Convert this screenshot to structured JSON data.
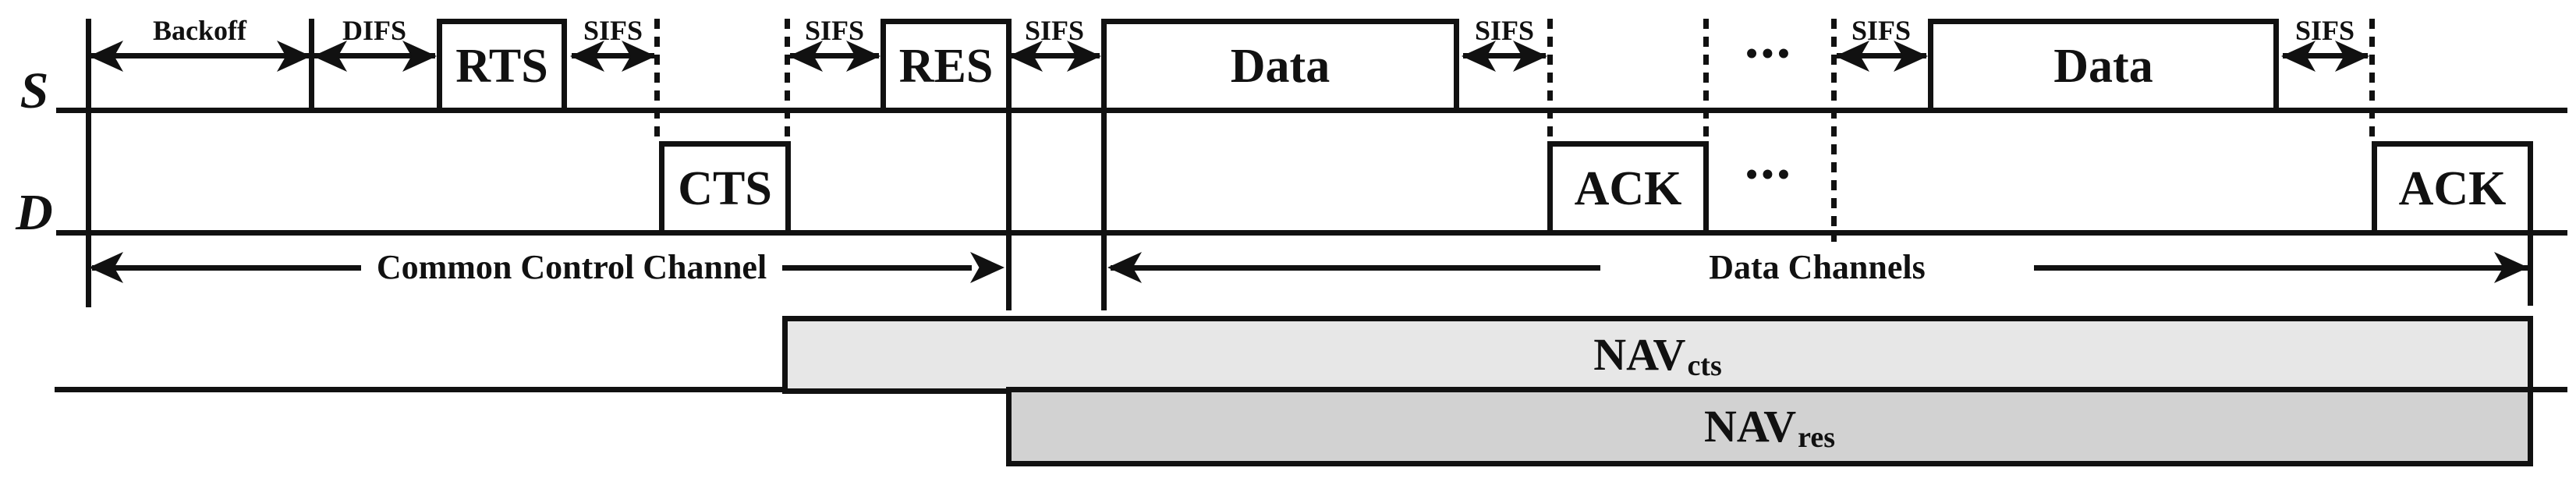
{
  "colors": {
    "ink": "#111111",
    "background": "#ffffff",
    "nav_cts_fill": "#e7e7e7",
    "nav_res_fill": "#d2d2d2"
  },
  "rows": {
    "source_label": "S",
    "destination_label": "D"
  },
  "intervals": {
    "backoff": "Backoff",
    "difs": "DIFS",
    "sifs": "SIFS"
  },
  "frames": {
    "rts": "RTS",
    "cts": "CTS",
    "res": "RES",
    "data": "Data",
    "ack": "ACK"
  },
  "channels": {
    "control_label": "Common Control Channel",
    "data_label": "Data Channels"
  },
  "nav": {
    "cts": {
      "base": "NAV",
      "sub": "cts"
    },
    "res": {
      "base": "NAV",
      "sub": "res"
    }
  },
  "ellipsis": "•••"
}
